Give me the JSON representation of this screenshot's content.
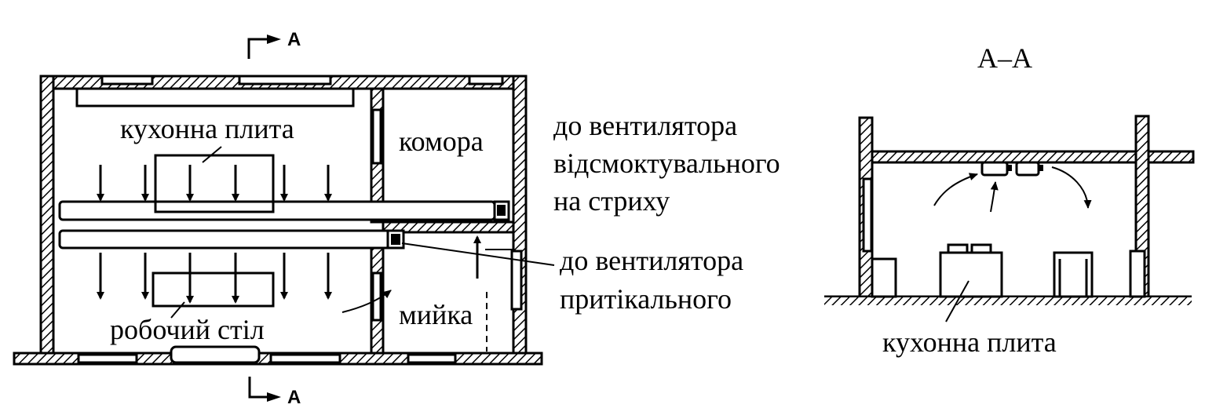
{
  "plan": {
    "section_mark_top": "A",
    "section_mark_bottom": "A",
    "label_stove": "кухонна плита",
    "label_pantry": "комора",
    "label_exhaust_1": "до вентилятора",
    "label_exhaust_2": "відсмоктувального",
    "label_exhaust_3": "на стриху",
    "label_supply_1": "до вентилятора",
    "label_supply_2": "притікального",
    "label_sink": "мийка",
    "label_worktable": "робочий стіл"
  },
  "section": {
    "title": "А–А",
    "label_stove": "кухонна плита"
  }
}
